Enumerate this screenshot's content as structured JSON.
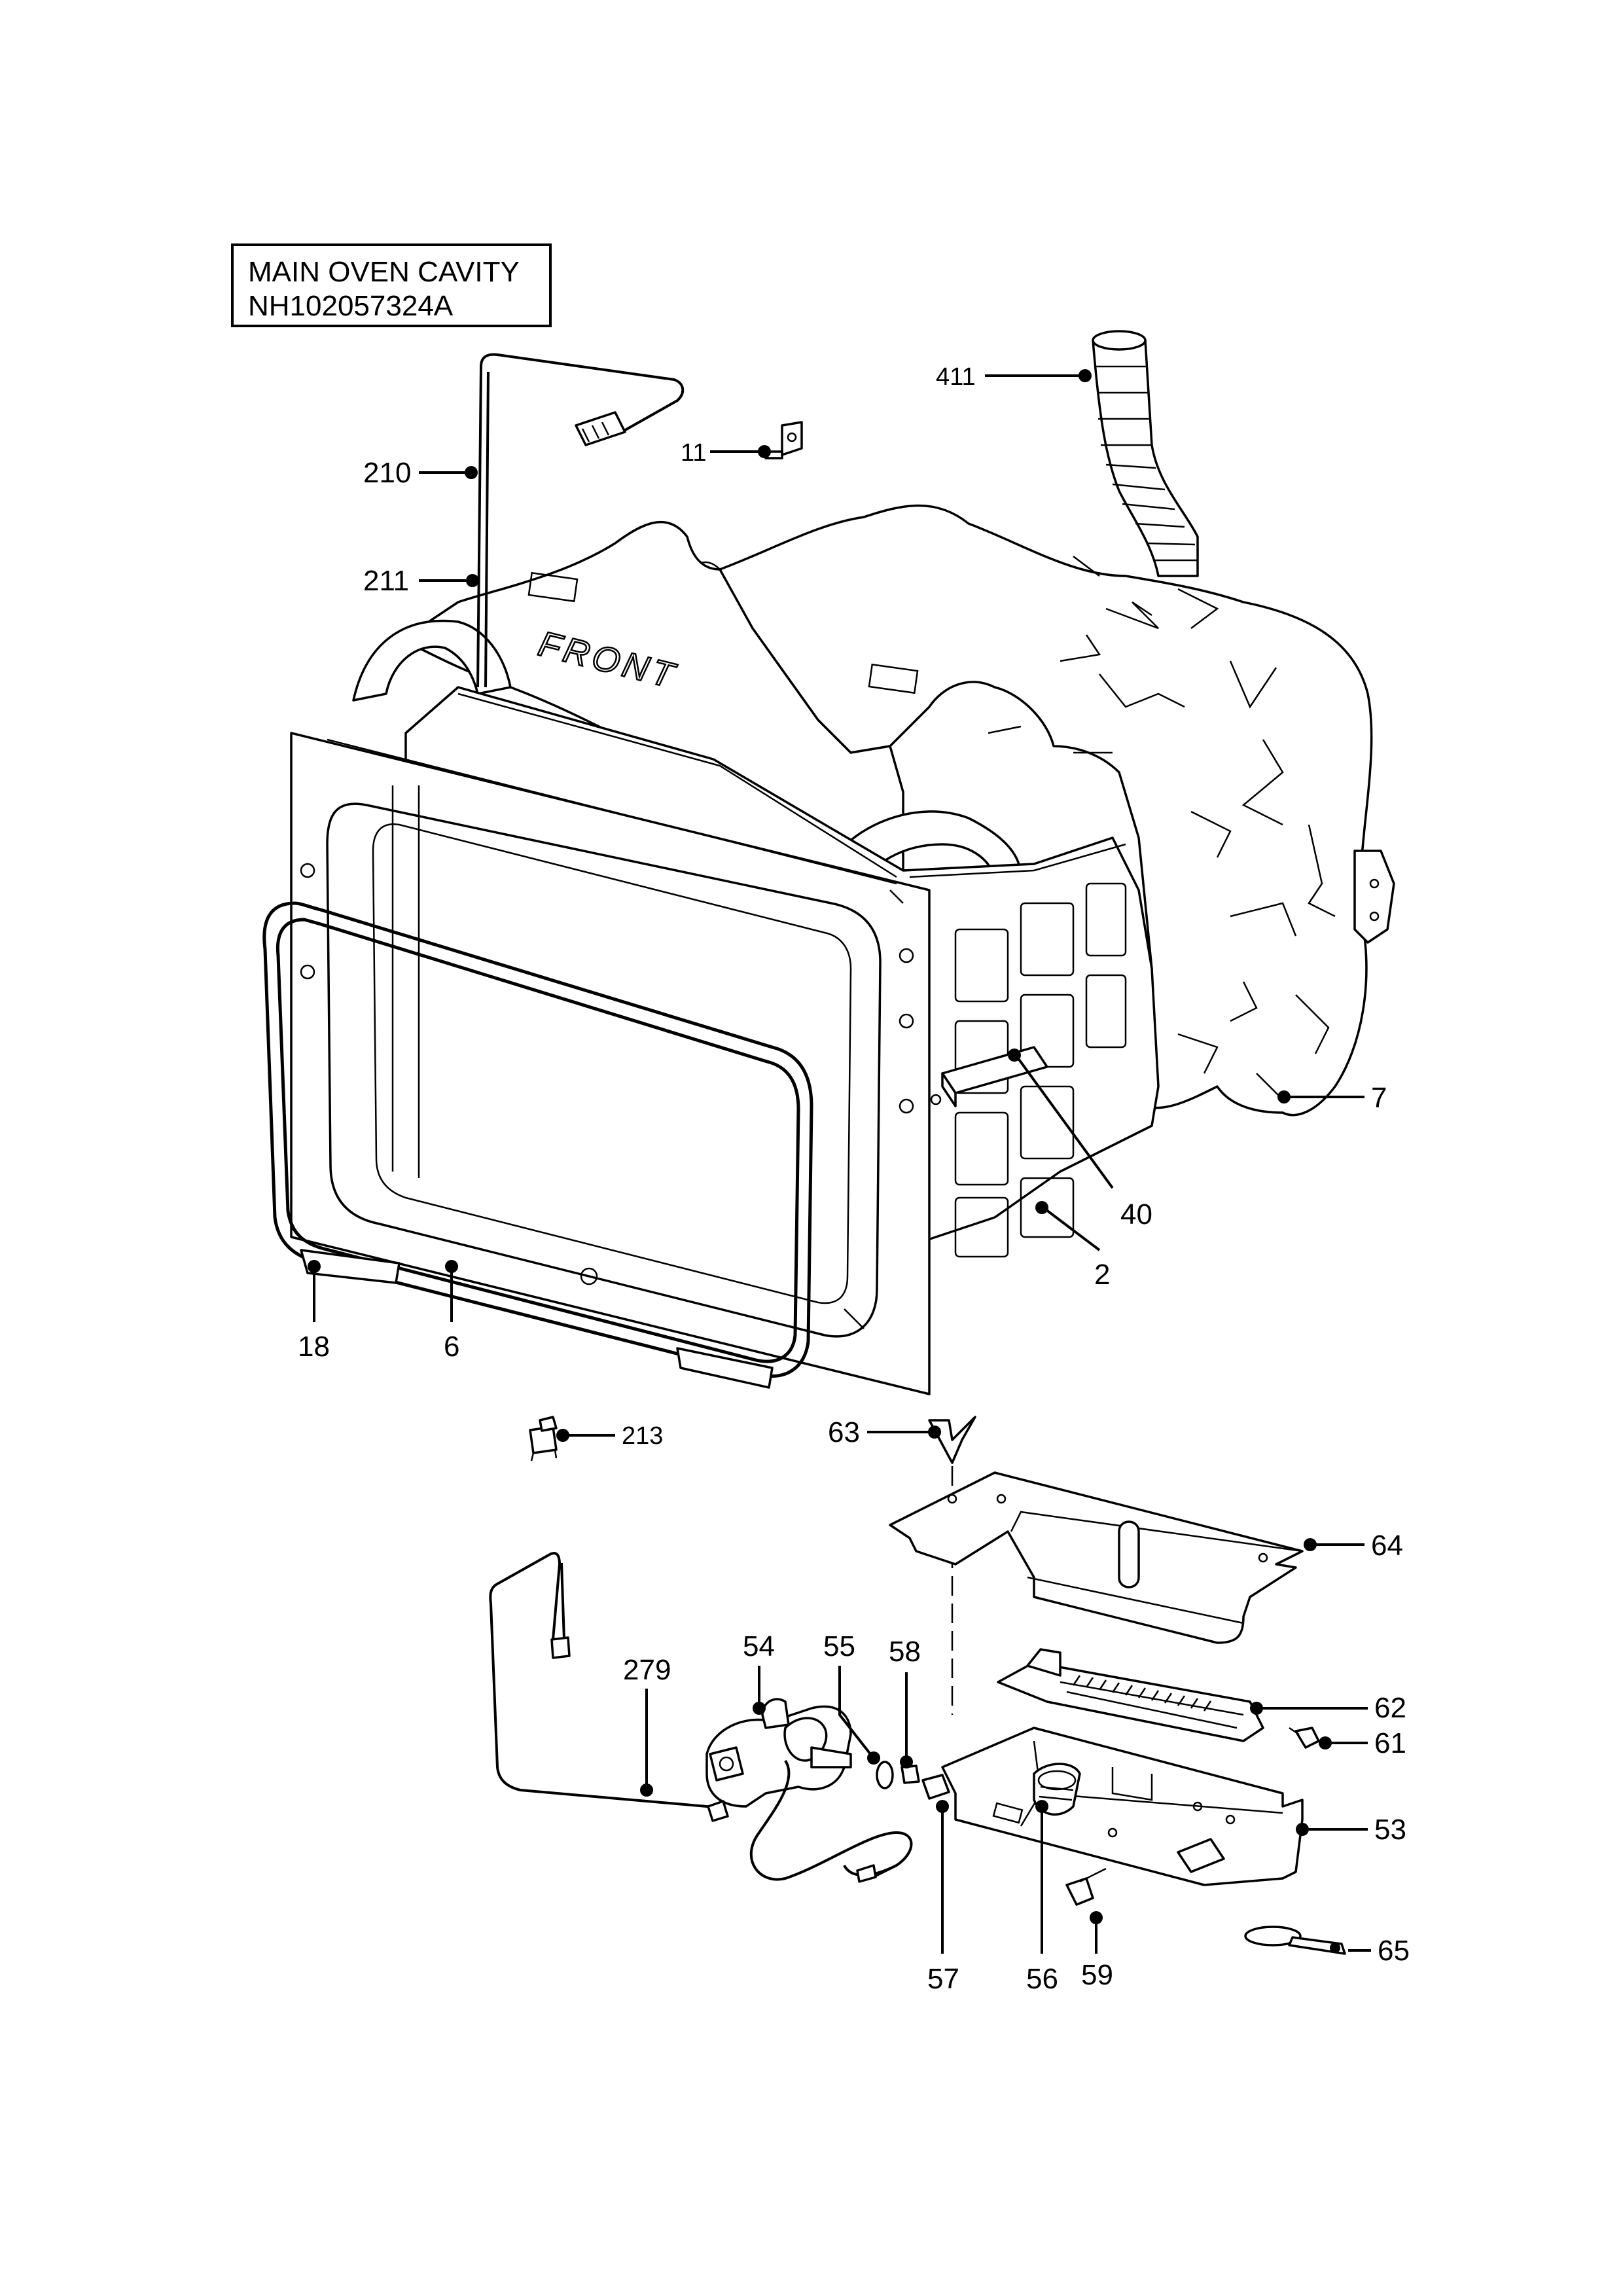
{
  "title_box": {
    "line1": "MAIN OVEN CAVITY",
    "line2": "NH102057324A"
  },
  "cavity_marking": "FRONT",
  "callouts": {
    "c411": "411",
    "c11": "11",
    "c210": "210",
    "c211": "211",
    "c7": "7",
    "c40": "40",
    "c2": "2",
    "c18": "18",
    "c6": "6",
    "c213": "213",
    "c63": "63",
    "c64": "64",
    "c54": "54",
    "c55": "55",
    "c58": "58",
    "c279": "279",
    "c62": "62",
    "c61": "61",
    "c53": "53",
    "c57": "57",
    "c56": "56",
    "c59": "59",
    "c65": "65"
  }
}
